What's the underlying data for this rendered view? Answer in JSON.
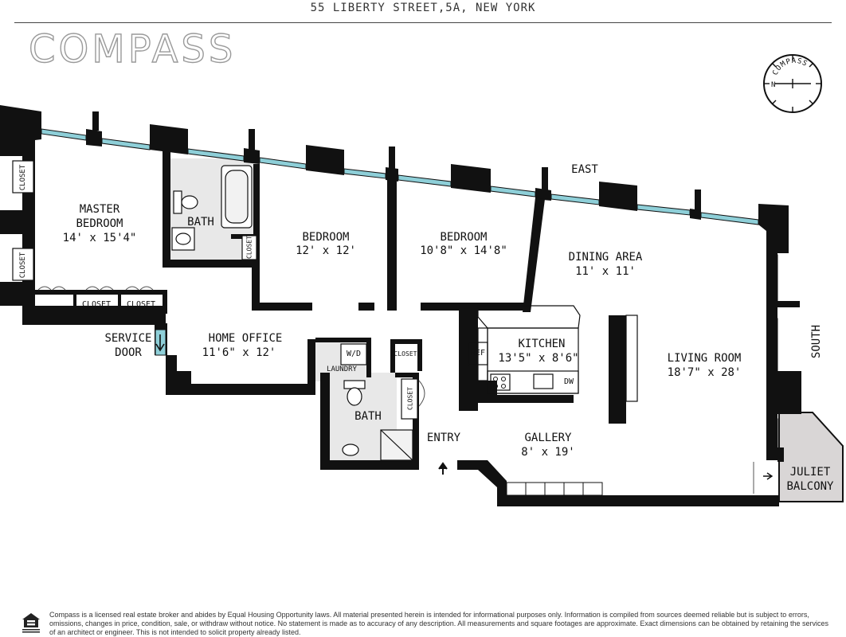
{
  "header": {
    "address": "55 LIBERTY STREET,5A, NEW YORK",
    "logo": "COMPASS"
  },
  "compass_rose": {
    "label": "COMPASS",
    "north": "N"
  },
  "orientation": {
    "east": "EAST",
    "south": "SOUTH"
  },
  "rooms": {
    "master_bedroom": {
      "name": "MASTER\nBEDROOM",
      "dims": "14' x 15'4\""
    },
    "bath1": {
      "name": "BATH"
    },
    "bedroom2": {
      "name": "BEDROOM",
      "dims": "12' x 12'"
    },
    "bedroom3": {
      "name": "BEDROOM",
      "dims": "10'8\" x 14'8\""
    },
    "dining": {
      "name": "DINING AREA",
      "dims": "11' x 11'"
    },
    "home_office": {
      "name": "HOME OFFICE",
      "dims": "11'6\" x 12'"
    },
    "kitchen": {
      "name": "KITCHEN",
      "dims": "13'5\" x 8'6\""
    },
    "living": {
      "name": "LIVING ROOM",
      "dims": "18'7\" x 28'"
    },
    "bath2": {
      "name": "BATH"
    },
    "gallery": {
      "name": "GALLERY",
      "dims": "8' x 19'"
    },
    "juliet": {
      "name": "JULIET\nBALCONY"
    }
  },
  "labels": {
    "closet": "CLOSET",
    "service_door": "SERVICE\nDOOR",
    "entry": "ENTRY",
    "laundry": "LAUNDRY",
    "wd": "W/D",
    "ref": "REF",
    "dw": "DW"
  },
  "footer": {
    "disclaimer": "Compass is a licensed real estate broker and abides by Equal Housing Opportunity laws. All material presented herein is intended for informational purposes only. Information is compiled from sources deemed reliable but is subject to errors, omissions, changes in price, condition, sale, or withdraw without notice. No statement is made as to accuracy of any description. All measurements and square footages are approximate. Exact dimensions can be obtained by retaining the services of an architect or engineer. This is not intended to solicit property already listed."
  },
  "colors": {
    "wall": "#111111",
    "window": "#8ecfd8",
    "tile": "#e6e6e6",
    "balcony": "#d9d6d6"
  }
}
